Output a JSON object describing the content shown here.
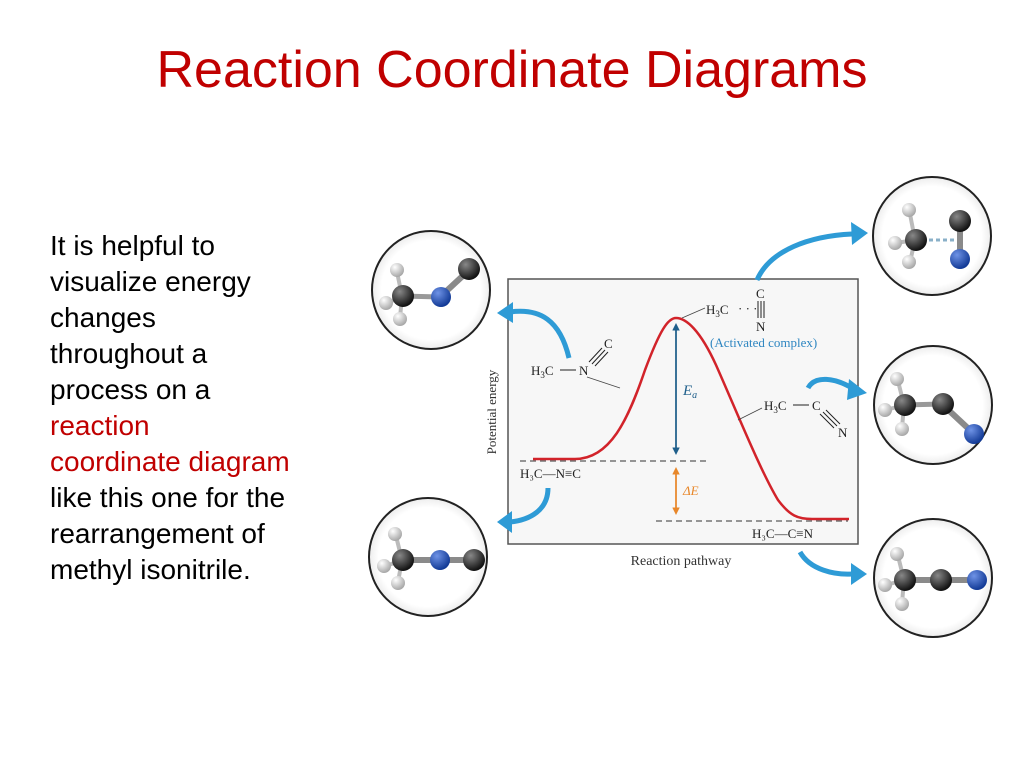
{
  "slide": {
    "title": "Reaction Coordinate Diagrams",
    "title_color": "#C00000"
  },
  "body": {
    "lines_before": [
      "It is helpful to",
      "visualize energy",
      "changes",
      "throughout a",
      "process on a"
    ],
    "highlight_lines": [
      "reaction",
      "coordinate diagram"
    ],
    "lines_after": [
      "like this one for the",
      "rearrangement of",
      "methyl isonitrile."
    ],
    "highlight_color": "#C00000",
    "text_color": "#000000"
  },
  "diagram": {
    "y_axis_label": "Potential energy",
    "x_axis_label": "Reaction pathway",
    "ea_label": "E",
    "ea_subscript": "a",
    "delta_e_label": "ΔE",
    "activated_complex_label": "(Activated complex)",
    "reactant_label": "H₃C—N≡C",
    "product_label": "H₃C—C≡N",
    "colors": {
      "curve": "#D2232A",
      "ea_arrow": "#1F5F8B",
      "delta_e_arrow": "#E8872A",
      "molecule_arrows": "#2E9BD6",
      "activated_label": "#2E86C1",
      "carbon_atom": "#222222",
      "nitrogen_atom": "#1F4FB4",
      "hydrogen_atom": "#D9D9D9"
    }
  }
}
